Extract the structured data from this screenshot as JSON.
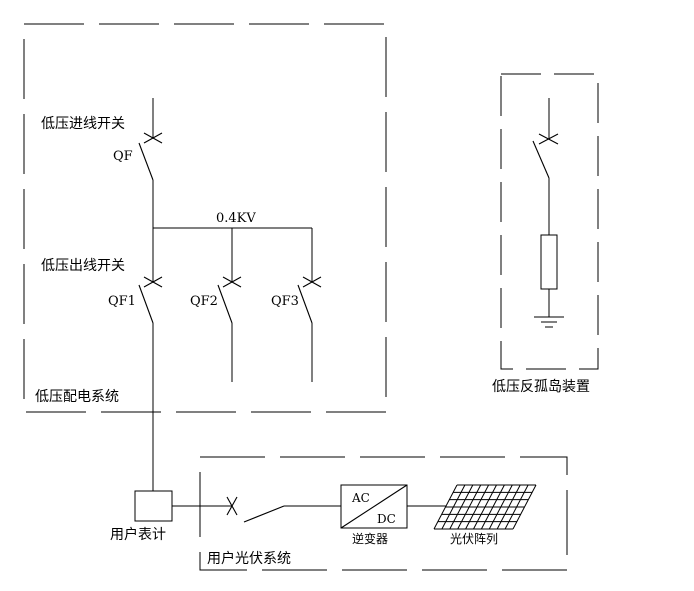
{
  "diagram": {
    "distribution_system": {
      "label": "低压配电系统",
      "incoming_switch": {
        "label": "低压进线开关",
        "tag": "QF"
      },
      "bus": {
        "voltage_label": "0.4KV"
      },
      "outgoing_switch_label": "低压出线开关",
      "outgoing_switches": [
        {
          "tag": "QF1"
        },
        {
          "tag": "QF2"
        },
        {
          "tag": "QF3"
        }
      ]
    },
    "anti_islanding": {
      "label": "低压反孤岛装置"
    },
    "meter": {
      "label": "用户表计"
    },
    "pv_system": {
      "label": "用户光伏系统",
      "inverter": {
        "label": "逆变器",
        "ac_text": "AC",
        "dc_text": "DC"
      },
      "array": {
        "label": "光伏阵列"
      }
    }
  }
}
